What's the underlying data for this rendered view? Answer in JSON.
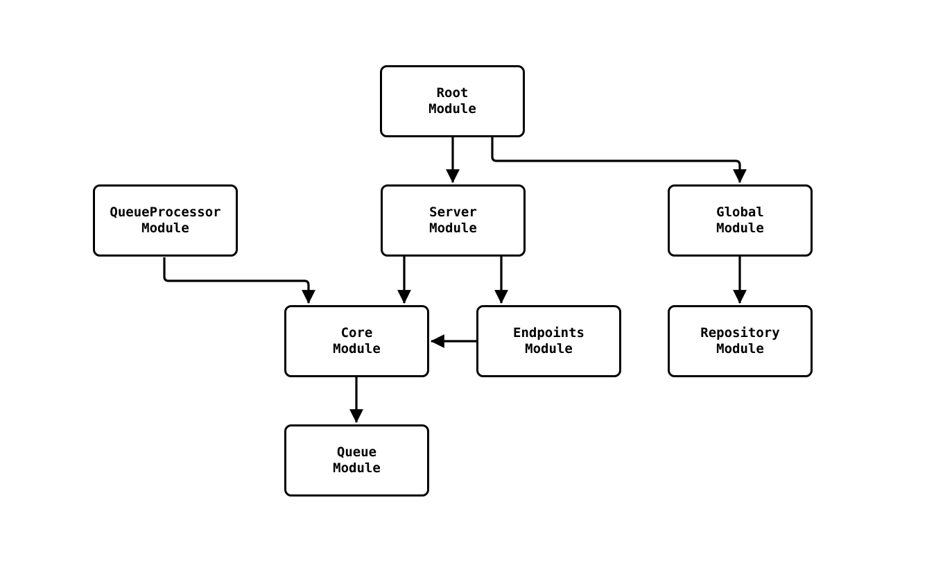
{
  "diagram": {
    "kind": "flowchart",
    "direction": "top-down",
    "background_color": "#ffffff",
    "node_fill_color": "#ffffff",
    "node_border_color": "#000000",
    "edge_color": "#000000",
    "text_color": "#000000",
    "nodes": {
      "root": {
        "line1": "Root",
        "line2": "Module"
      },
      "queueprocessor": {
        "line1": "QueueProcessor",
        "line2": "Module"
      },
      "server": {
        "line1": "Server",
        "line2": "Module"
      },
      "global": {
        "line1": "Global",
        "line2": "Module"
      },
      "core": {
        "line1": "Core",
        "line2": "Module"
      },
      "endpoints": {
        "line1": "Endpoints",
        "line2": "Module"
      },
      "repository": {
        "line1": "Repository",
        "line2": "Module"
      },
      "queue": {
        "line1": "Queue",
        "line2": "Module"
      }
    },
    "edges": [
      {
        "from": "Root Module",
        "to": "Server Module"
      },
      {
        "from": "Root Module",
        "to": "Global Module"
      },
      {
        "from": "QueueProcessor Module",
        "to": "Core Module"
      },
      {
        "from": "Server Module",
        "to": "Core Module"
      },
      {
        "from": "Server Module",
        "to": "Endpoints Module"
      },
      {
        "from": "Endpoints Module",
        "to": "Core Module"
      },
      {
        "from": "Core Module",
        "to": "Queue Module"
      },
      {
        "from": "Global Module",
        "to": "Repository Module"
      }
    ]
  }
}
